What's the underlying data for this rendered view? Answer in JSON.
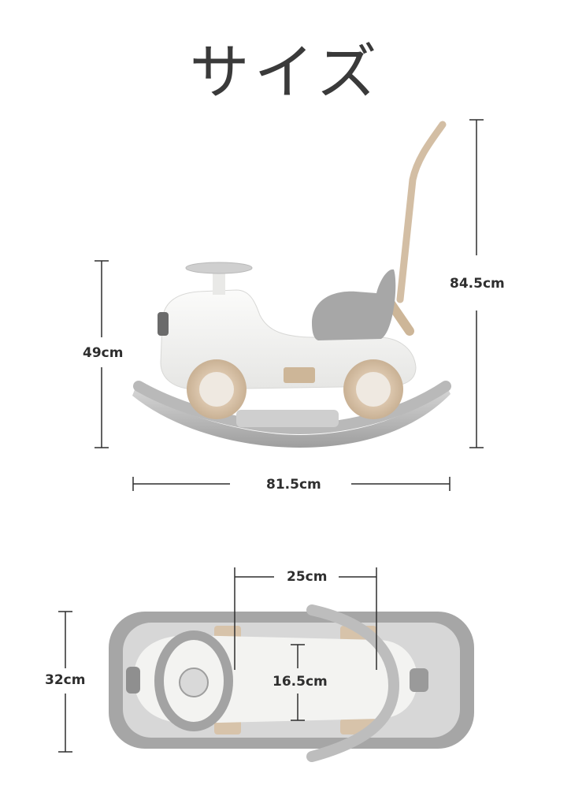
{
  "title": "サイズ",
  "side_view": {
    "height_label": "49cm",
    "total_height_label": "84.5cm",
    "length_label": "81.5cm"
  },
  "top_view": {
    "seat_width_label": "25cm",
    "width_label": "32cm",
    "inner_label": "16.5cm"
  },
  "colors": {
    "body": "#f4f4f2",
    "grey": "#a9a9a9",
    "light_grey": "#d9d9d9",
    "wood": "#d7c3aa",
    "line": "#2e2e2e"
  }
}
